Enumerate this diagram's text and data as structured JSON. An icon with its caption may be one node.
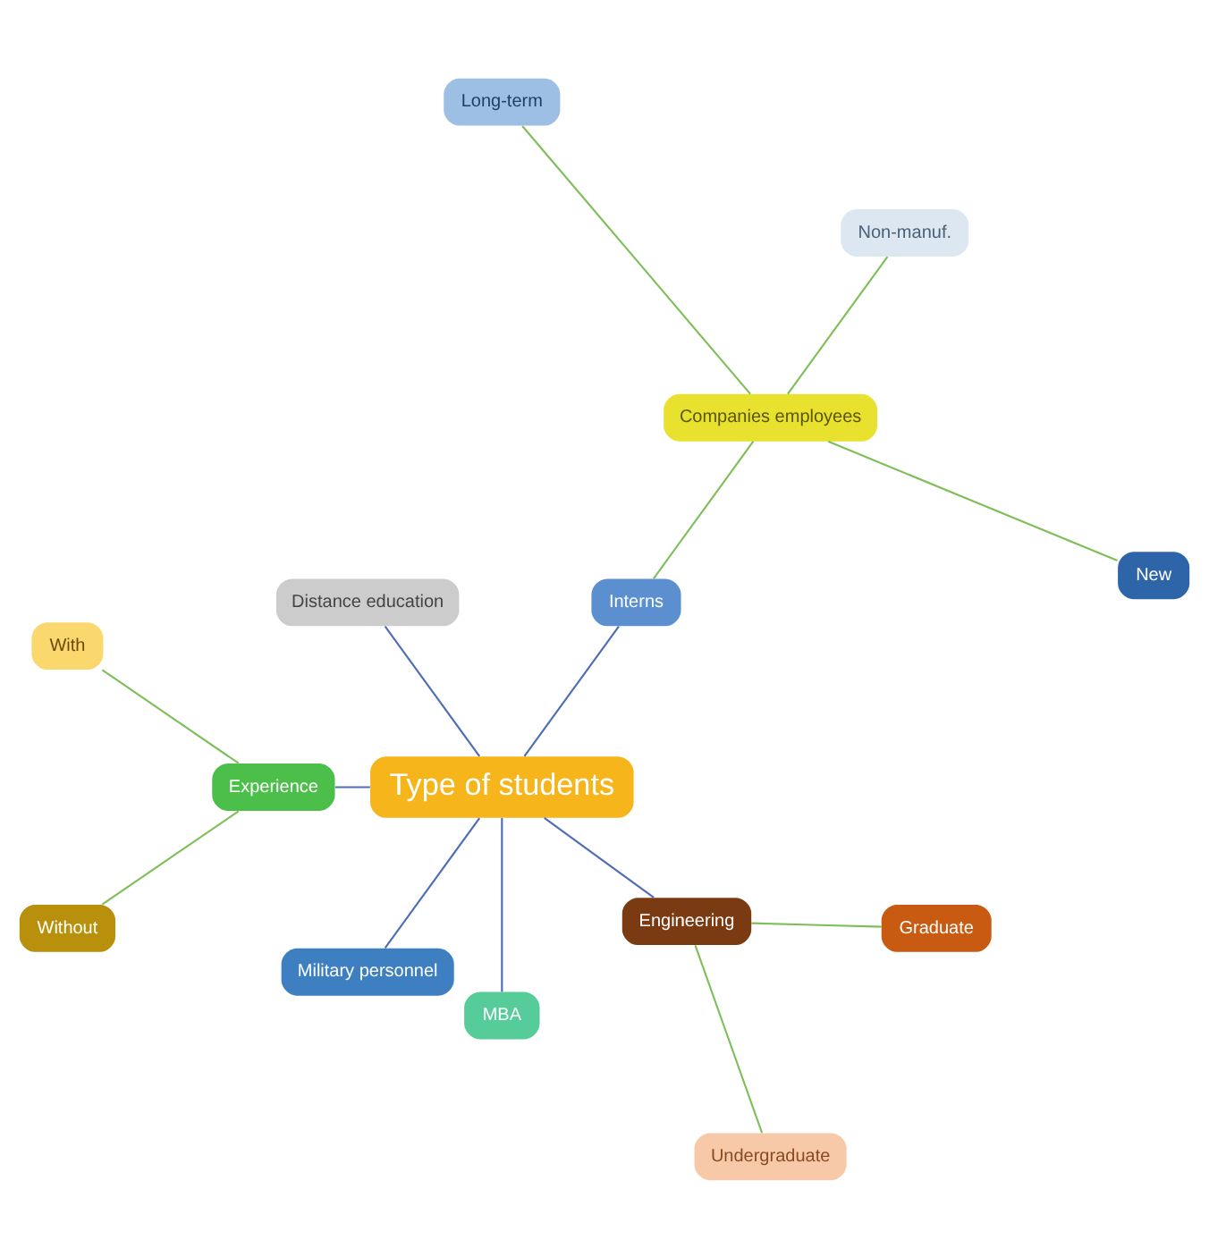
{
  "diagram": {
    "nodes": [
      {
        "text": [
          "Type of students"
        ]
      },
      {
        "text": [
          "Interns"
        ]
      },
      {
        "text": [
          "Companies employees"
        ]
      },
      {
        "text": [
          "New"
        ]
      },
      {
        "text": [
          "Non-manuf."
        ]
      },
      {
        "text": [
          "Long-term"
        ]
      },
      {
        "text": [
          "Distance education"
        ]
      },
      {
        "text": [
          "Experience"
        ]
      },
      {
        "text": [
          "With"
        ]
      },
      {
        "text": [
          "Without"
        ]
      },
      {
        "text": [
          "Military personnel"
        ]
      },
      {
        "text": [
          "MBA"
        ]
      },
      {
        "text": [
          "Engineering"
        ]
      },
      {
        "text": [
          "Undergraduate"
        ]
      },
      {
        "text": [
          "Graduate"
        ]
      }
    ],
    "edges": [
      {
        "from": 0,
        "to": 1,
        "arrow": "none",
        "color": "#4f6db5"
      },
      {
        "from": 1,
        "to": 2,
        "arrow": "none"
      },
      {
        "from": 2,
        "to": 3,
        "arrow": "none"
      },
      {
        "from": 2,
        "to": 4,
        "arrow": "none"
      },
      {
        "from": 2,
        "to": 5,
        "arrow": "none"
      },
      {
        "from": 0,
        "to": 6,
        "arrow": "none",
        "color": "#4f6db5"
      },
      {
        "from": 0,
        "to": 7,
        "arrow": "none",
        "color": "#4f6db5"
      },
      {
        "from": 7,
        "to": 8,
        "arrow": "none"
      },
      {
        "from": 7,
        "to": 9,
        "arrow": "none"
      },
      {
        "from": 0,
        "to": 10,
        "arrow": "none",
        "color": "#4f6db5"
      },
      {
        "from": 0,
        "to": 11,
        "arrow": "none",
        "color": "#4f6db5"
      },
      {
        "from": 0,
        "to": 12,
        "arrow": "none",
        "color": "#4f6db5"
      },
      {
        "from": 12,
        "to": 13,
        "arrow": "none"
      },
      {
        "from": 12,
        "to": 14,
        "arrow": "none"
      }
    ]
  }
}
